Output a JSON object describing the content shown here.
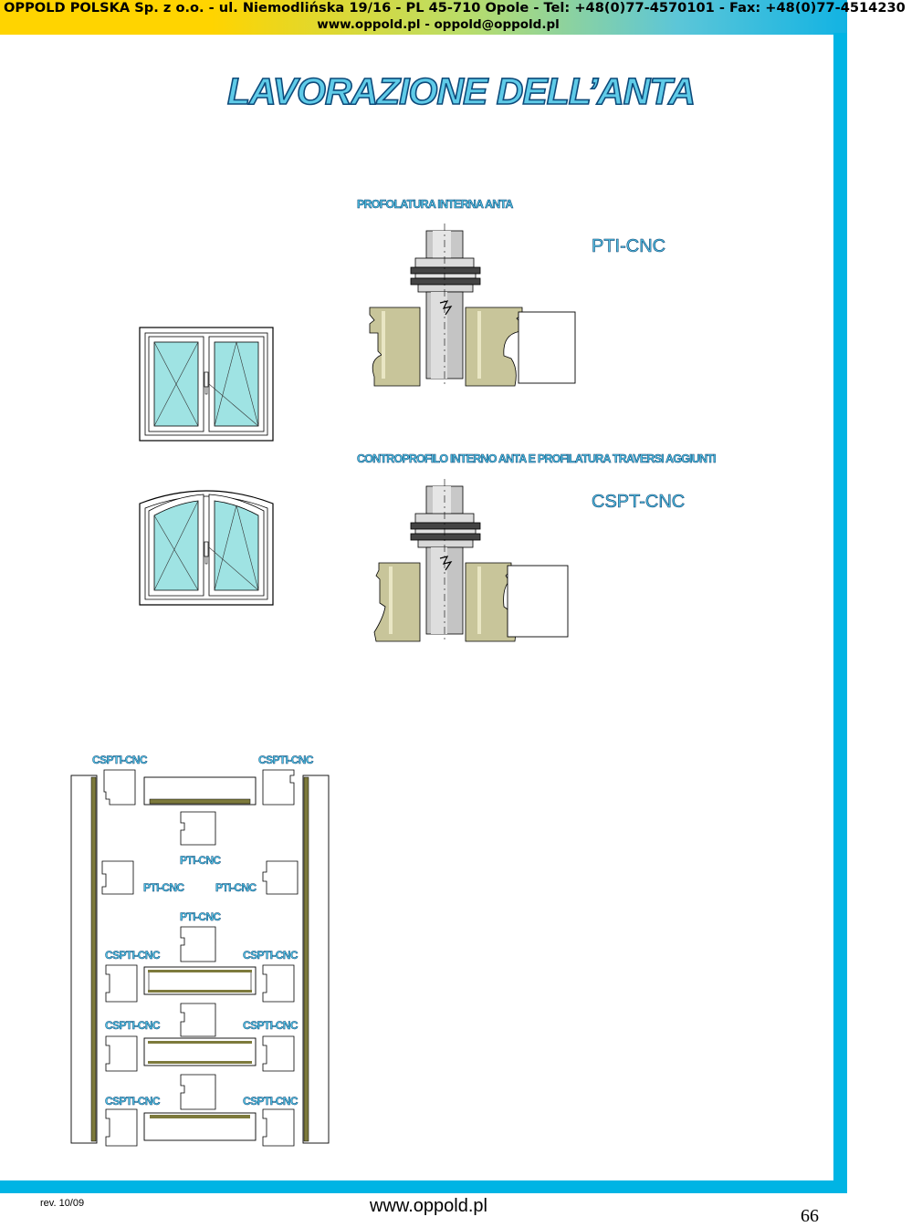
{
  "header": {
    "company_line": "OPPOLD POLSKA Sp. z o.o. - ul. Niemodlińska 19/16 - PL 45-710 Opole - Tel: +48(0)77-4570101 - Fax: +48(0)77-4514230",
    "contact_line": "www.oppold.pl - oppold@oppold.pl"
  },
  "title": "LAVORAZIONE DELL’ANTA",
  "sections": [
    {
      "heading": "PROFOLATURA INTERNA ANTA",
      "tool_code": "PTI-CNC"
    },
    {
      "heading": "CONTROPROFILO INTERNO ANTA E PROFILATURA TRAVERSI AGGIUNTI",
      "tool_code": "CSPT-CNC"
    }
  ],
  "assembly_diagram": {
    "top_left": "CSPTI-CNC",
    "top_right": "CSPTI-CNC",
    "pti_top": "PTI-CNC",
    "pti_left": "PTI-CNC",
    "pti_right": "PTI-CNC",
    "pti_bottom": "PTI-CNC",
    "row1_left": "CSPTI-CNC",
    "row1_right": "CSPTI-CNC",
    "row2_left": "CSPTI-CNC",
    "row2_right": "CSPTI-CNC",
    "row3_left": "CSPTI-CNC",
    "row3_right": "CSPTI-CNC"
  },
  "footer": {
    "revision": "rev. 10/09",
    "website": "www.oppold.pl",
    "page_number": "66"
  },
  "colors": {
    "accent_blue": "#00b4e4",
    "header_yellow": "#ffd400",
    "glass": "#9fe3e3",
    "wood_profile": "#c8c59a",
    "stile_olive": "#7d7a3c"
  }
}
